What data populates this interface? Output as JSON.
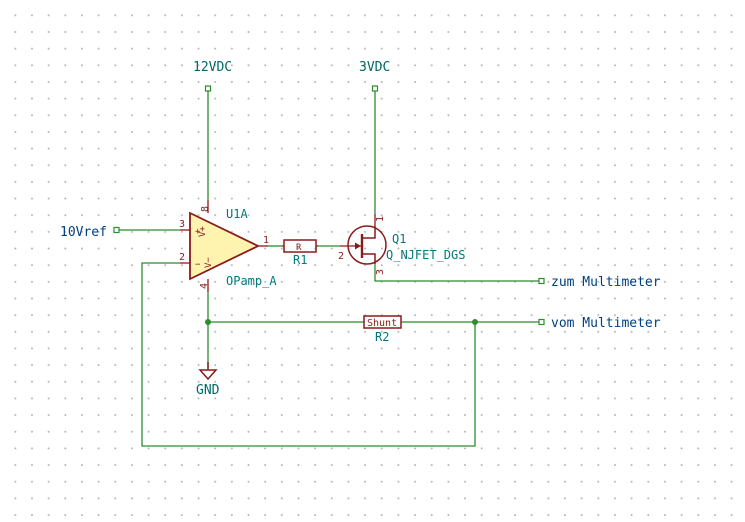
{
  "nets": {
    "power_12v": "12VDC",
    "power_3v": "3VDC",
    "input_ref": "10Vref",
    "out_to_meter": "zum Multimeter",
    "in_from_meter": "vom Multimeter",
    "ground": "GND"
  },
  "opamp": {
    "ref": "U1A",
    "value": "OPamp_A",
    "pins": {
      "p8": "8",
      "p3": "3",
      "p2": "2",
      "p1": "1",
      "p4": "4"
    },
    "symbols": {
      "plus": "+",
      "minus": "−",
      "vpos": "V+",
      "vneg": "V−"
    }
  },
  "resistor_r1": {
    "ref": "R1",
    "value": "R"
  },
  "resistor_r2": {
    "ref": "R2",
    "value": "Shunt"
  },
  "transistor_q1": {
    "ref": "Q1",
    "value": "Q_NJFET_DGS",
    "pins": {
      "p1": "1",
      "p2": "2",
      "p3": "3"
    }
  },
  "colors": {
    "wire": "#2e8b2e",
    "component": "#8b1a1a",
    "opamp_fill": "#fff3b0",
    "reference_text": "#007a7a",
    "net_label": "#003f7f"
  }
}
